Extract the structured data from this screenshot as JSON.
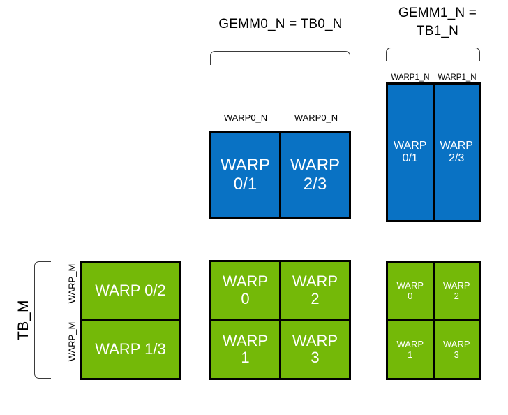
{
  "diagram": {
    "title_gemm0": "GEMM0_N = TB0_N",
    "title_gemm1": "GEMM1_N =\nTB1_N",
    "tb_m_label": "TB_M",
    "warp_m_label_top": "WARP_M",
    "warp_m_label_bottom": "WARP_M",
    "warp0_n_caption_left": "WARP0_N",
    "warp0_n_caption_right": "WARP0_N",
    "warp1_n_caption_left": "WARP1_N",
    "warp1_n_caption_right": "WARP1_N",
    "colors": {
      "blue": "#0972C4",
      "green": "#74B908",
      "outline": "#000000",
      "brace": "#3A3A3A",
      "background": "#FFFFFF",
      "cell_text": "#FFFFFF",
      "label_text": "#000000"
    },
    "blocks": {
      "gemm0_blue": {
        "cells": [
          {
            "label": "WARP\n0/1"
          },
          {
            "label": "WARP\n2/3"
          }
        ]
      },
      "gemm1_blue": {
        "cells": [
          {
            "label": "WARP\n0/1"
          },
          {
            "label": "WARP\n2/3"
          }
        ]
      },
      "left_green": {
        "cells": [
          {
            "label": "WARP 0/2"
          },
          {
            "label": "WARP 1/3"
          }
        ]
      },
      "gemm0_green": {
        "cells": [
          {
            "label": "WARP\n0"
          },
          {
            "label": "WARP\n2"
          },
          {
            "label": "WARP\n1"
          },
          {
            "label": "WARP\n3"
          }
        ]
      },
      "gemm1_green": {
        "cells": [
          {
            "label": "WARP\n0"
          },
          {
            "label": "WARP\n2"
          },
          {
            "label": "WARP\n1"
          },
          {
            "label": "WARP\n3"
          }
        ]
      }
    }
  }
}
